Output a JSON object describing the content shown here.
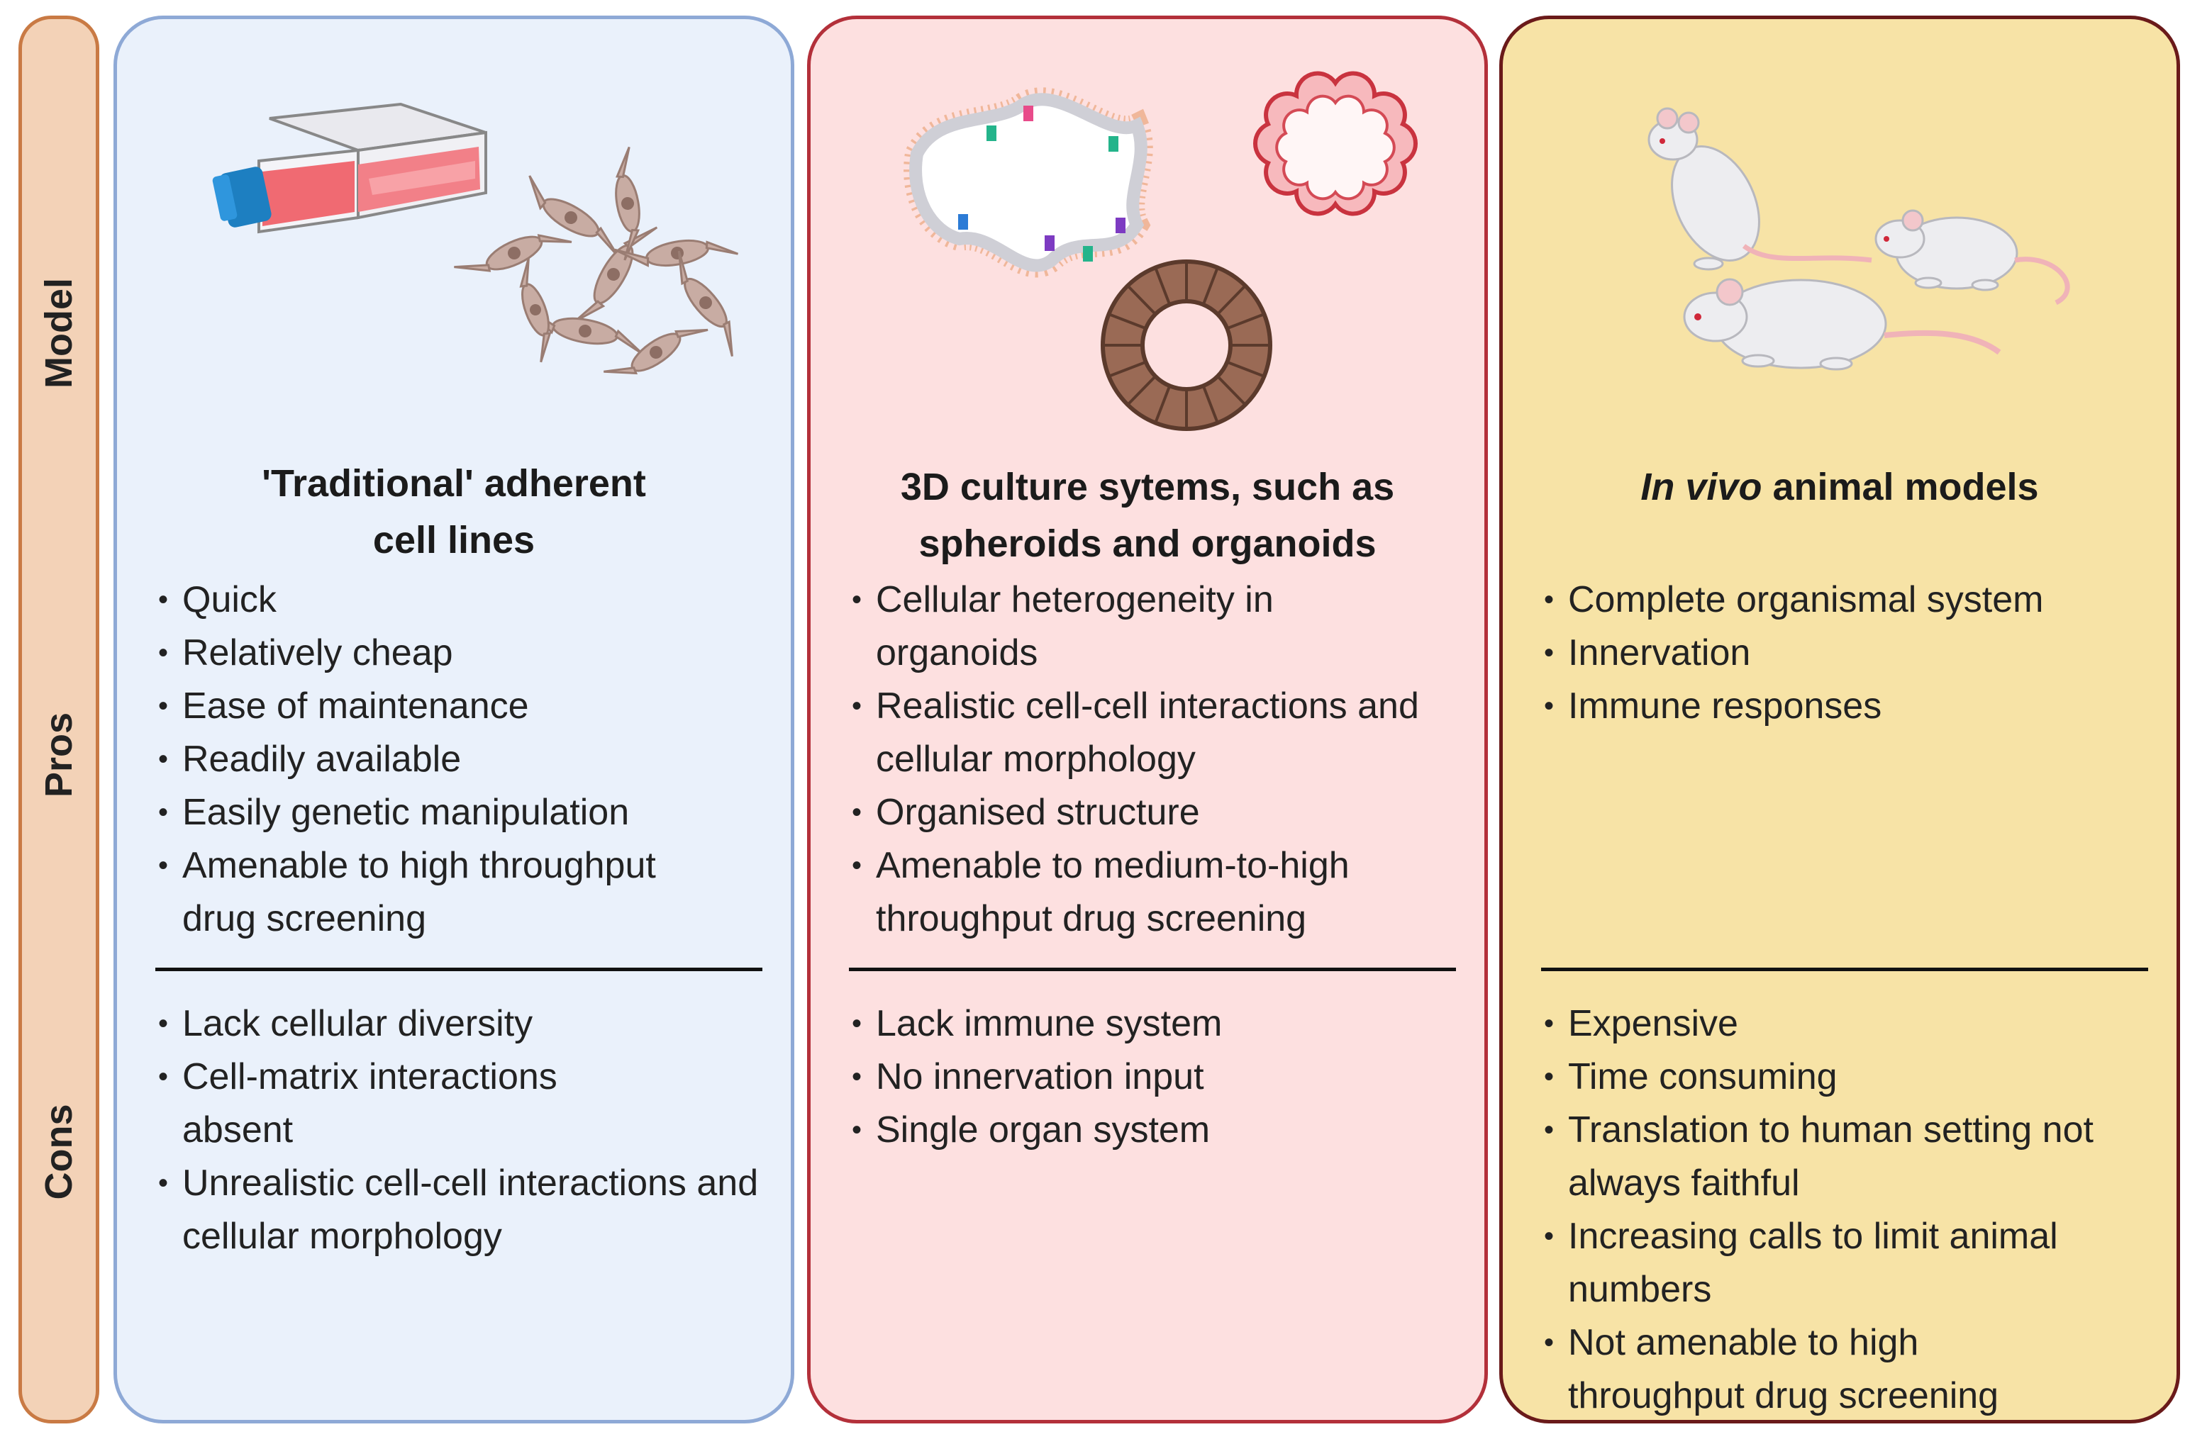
{
  "rows": {
    "model": "Model",
    "pros": "Pros",
    "cons": "Cons"
  },
  "colors": {
    "panel1_fill": "#eaf1fb",
    "panel1_border": "#8ea9d6",
    "panel2_fill": "#fde0e0",
    "panel2_border": "#b3303a",
    "panel3_fill": "#f7e3a6",
    "panel3_border": "#6a1a1a",
    "sidebar_fill": "#f3d2b7",
    "sidebar_border": "#c97a44"
  },
  "panels": [
    {
      "title_line1": "'Traditional' adherent",
      "title_line2": "cell lines",
      "icons": [
        "cell-culture-flask-icon",
        "adherent-cells-icon"
      ],
      "pros": [
        "Quick",
        "Relatively cheap",
        "Ease of maintenance",
        "Readily available",
        "Easily genetic manipulation",
        "Amenable to high throughput drug screening"
      ],
      "cons": [
        "Lack cellular diversity",
        "Cell-matrix interactions absent",
        "Unrealistic cell-cell interactions and cellular morphology"
      ]
    },
    {
      "title_line1": "3D culture sytems, such as",
      "title_line2": "spheroids and organoids",
      "icons": [
        "intestinal-organoid-icon",
        "spheroid-icon",
        "epithelial-ring-organoid-icon"
      ],
      "pros": [
        "Cellular heterogeneity in organoids",
        "Realistic cell-cell interactions and cellular morphology",
        "Organised structure",
        "Amenable to medium-to-high throughput drug screening"
      ],
      "cons": [
        "Lack immune system",
        "No innervation input",
        "Single organ system"
      ]
    },
    {
      "title_italic": "In vivo",
      "title_rest": " animal models",
      "icons": [
        "mouse-icon",
        "mouse-icon",
        "mouse-icon"
      ],
      "pros": [
        "Complete organismal system",
        "Innervation",
        "Immune responses"
      ],
      "cons": [
        "Expensive",
        "Time consuming",
        "Translation to human setting not always faithful",
        "Increasing calls to limit animal numbers",
        "Not amenable to high throughput drug screening"
      ]
    }
  ]
}
